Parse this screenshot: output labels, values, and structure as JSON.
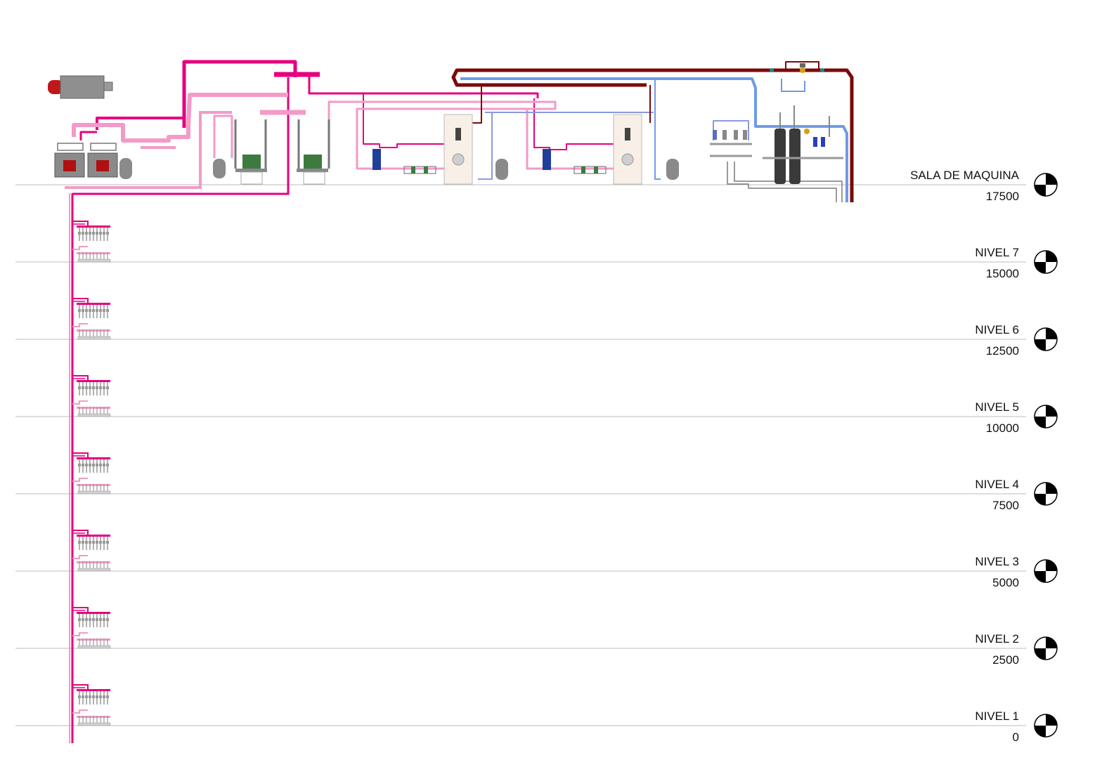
{
  "levels": [
    {
      "name": "SALA DE MAQUINA",
      "elevation": "17500"
    },
    {
      "name": "NIVEL 7",
      "elevation": "15000"
    },
    {
      "name": "NIVEL 6",
      "elevation": "12500"
    },
    {
      "name": "NIVEL 5",
      "elevation": "10000"
    },
    {
      "name": "NIVEL 4",
      "elevation": "7500"
    },
    {
      "name": "NIVEL 3",
      "elevation": "5000"
    },
    {
      "name": "NIVEL 2",
      "elevation": "2500"
    },
    {
      "name": "NIVEL 1",
      "elevation": "0"
    }
  ],
  "colors": {
    "hot_supply": "#e6007e",
    "hot_return": "#f39ac8",
    "cold_water": "#6f9be6",
    "recirculation": "#7a0a0a",
    "equipment_gray": "#8a8a8a",
    "equipment_dark": "#3a3a3a",
    "boiler_red": "#b01010",
    "pump_green": "#3d7a3d",
    "tank_cream": "#f8efe6",
    "level_line": "#bdbdbd"
  },
  "icons": {
    "level_marker": "level-datum-icon"
  }
}
